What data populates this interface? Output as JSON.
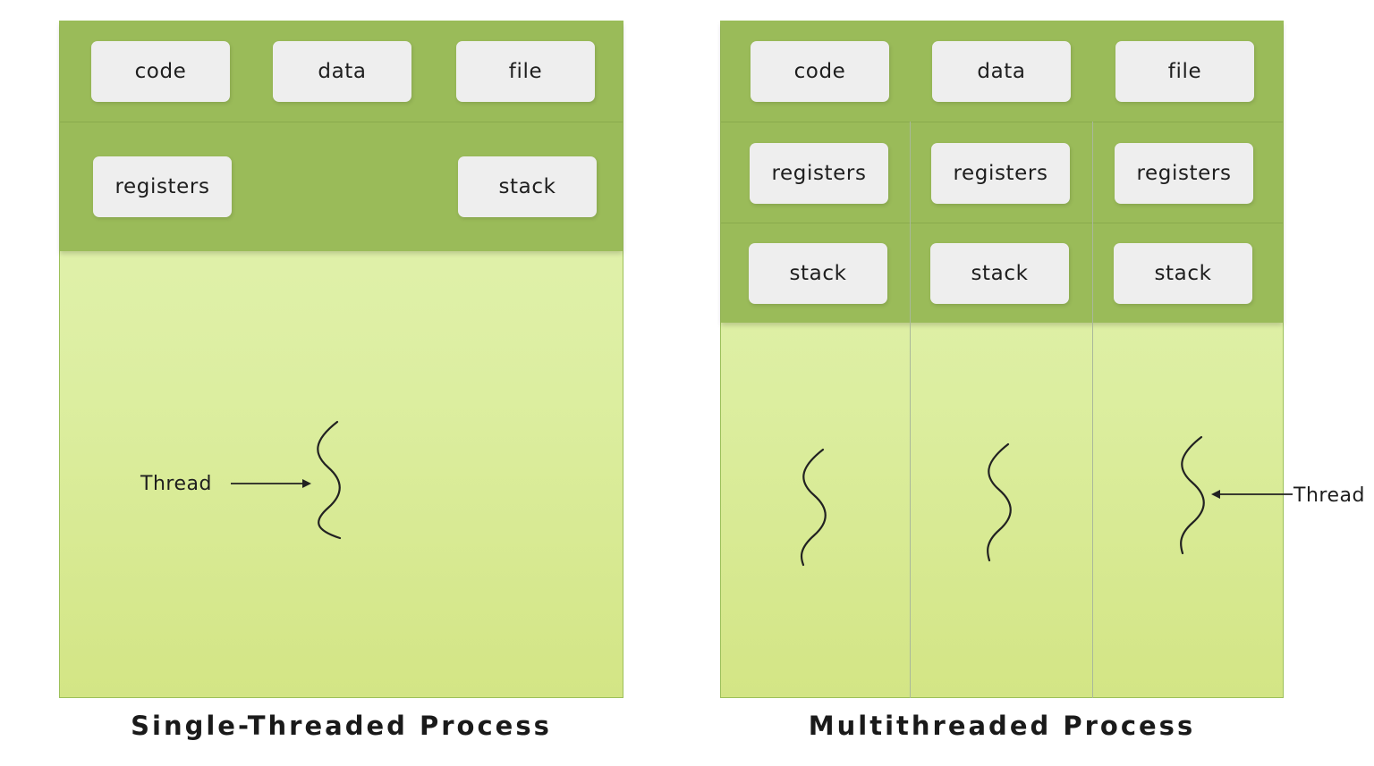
{
  "single": {
    "chips": {
      "code": "code",
      "data": "data",
      "file": "file",
      "registers": "registers",
      "stack": "stack"
    },
    "thread_label": "Thread",
    "caption": "Single-Threaded Process"
  },
  "multi": {
    "chips": {
      "code": "code",
      "data": "data",
      "file": "file"
    },
    "threads": [
      {
        "registers": "registers",
        "stack": "stack"
      },
      {
        "registers": "registers",
        "stack": "stack"
      },
      {
        "registers": "registers",
        "stack": "stack"
      }
    ],
    "thread_label": "Thread",
    "caption": "Multithreaded Process"
  },
  "colors": {
    "band": "#9abb59",
    "body_light": "#e5f4b8",
    "chip": "#eeeeee",
    "stroke": "#222222"
  },
  "icons": {
    "thread": "wavy-thread-icon",
    "arrow": "arrow-icon"
  }
}
